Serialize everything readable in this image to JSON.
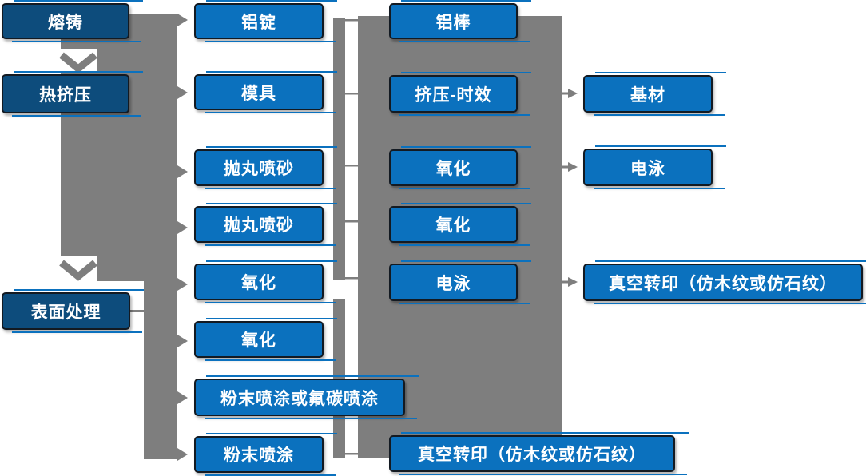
{
  "colors": {
    "box_light": "#0B71BE",
    "box_dark": "#0D4C7C",
    "connector_gray": "#7E7E7E",
    "text": "#FFFFFF",
    "background": "#FFFFFF"
  },
  "nodes": {
    "melt_casting": "熔铸",
    "hot_extrusion": "热挤压",
    "surface_treatment": "表面处理",
    "aluminum_ingot": "铝锭",
    "mold": "模具",
    "shot_blasting_1": "抛丸喷砂",
    "shot_blasting_2": "抛丸喷砂",
    "oxidation_1": "氧化",
    "oxidation_2": "氧化",
    "powder_or_fluorocarbon_spray": "粉末喷涂或氟碳喷涂",
    "powder_spray": "粉末喷涂",
    "aluminum_rod": "铝棒",
    "extrusion_aging": "挤压-时效",
    "oxidation_3": "氧化",
    "oxidation_4": "氧化",
    "electrophoresis_1": "电泳",
    "substrate": "基材",
    "electrophoresis_2": "电泳",
    "vacuum_transfer_1": "真空转印（仿木纹或仿石纹）",
    "vacuum_transfer_2": "真空转印（仿木纹或仿石纹）"
  }
}
